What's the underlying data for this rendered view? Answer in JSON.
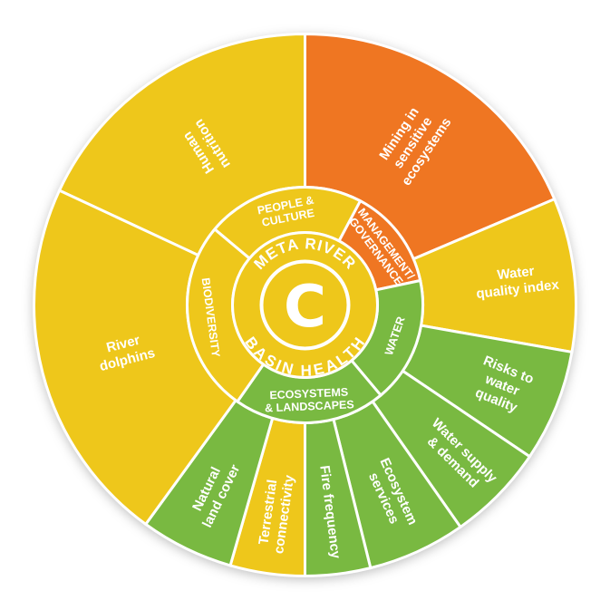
{
  "colors": {
    "yellow": "#eec71b",
    "orange": "#ef7622",
    "green": "#79b941",
    "white": "#ffffff"
  },
  "center": {
    "title_top": "META RIVER",
    "title_bottom": "BASIN HEALTH",
    "grade": "C"
  },
  "categories": [
    {
      "lines": [
        "PEOPLE &",
        "CULTURE"
      ],
      "grade_color": "yellow"
    },
    {
      "lines": [
        "MANAGEMENT/",
        "GOVERNANCE"
      ],
      "grade_color": "orange"
    },
    {
      "lines": [
        "WATER"
      ],
      "grade_color": "green"
    },
    {
      "lines": [
        "ECOSYSTEMS",
        "& LANDSCAPES"
      ],
      "grade_color": "green"
    },
    {
      "lines": [
        "BIODIVERSITY"
      ],
      "grade_color": "yellow"
    }
  ],
  "indicators": [
    {
      "lines": [
        "Human",
        "nutrition"
      ],
      "grade_color": "yellow"
    },
    {
      "lines": [
        "Mining in",
        "sensitive",
        "ecosystems"
      ],
      "grade_color": "orange"
    },
    {
      "lines": [
        "Water",
        "quality index"
      ],
      "grade_color": "yellow"
    },
    {
      "lines": [
        "Risks to",
        "water",
        "quality"
      ],
      "grade_color": "green"
    },
    {
      "lines": [
        "Water supply",
        "& demand"
      ],
      "grade_color": "green"
    },
    {
      "lines": [
        "Ecosystem",
        "services"
      ],
      "grade_color": "green"
    },
    {
      "lines": [
        "Fire frequency"
      ],
      "grade_color": "green"
    },
    {
      "lines": [
        "Terrestrial",
        "connectivity"
      ],
      "grade_color": "yellow"
    },
    {
      "lines": [
        "Natural",
        "land cover"
      ],
      "grade_color": "green"
    },
    {
      "lines": [
        "River",
        "dolphins"
      ],
      "grade_color": "yellow"
    }
  ]
}
